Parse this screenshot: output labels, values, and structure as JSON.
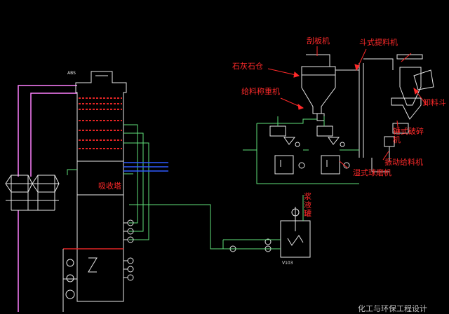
{
  "labels": {
    "absorber": "吸收塔",
    "limestone_bin": "石灰石仓",
    "scraper": "刮板机",
    "bucket_elevator": "斗式提料机",
    "weigh_feeder": "给料称重机",
    "receive_hopper": "卸料斗",
    "hammer_crusher": "锤式破碎机",
    "vibro_feeder": "振动给料机",
    "ball_mill": "湿式球磨机",
    "slurry_tank": "浆液罐",
    "watermark": "化工与环保工程设计"
  },
  "small_text": {
    "top_left": "ABS",
    "tank_tag": "V103"
  },
  "colors": {
    "background": "#000000",
    "label": "#ff2a2a",
    "equipment": "#e8e8e8",
    "flue_gas": "#ff80ff",
    "pipe_green": "#5fe07a",
    "water_blue": "#2f5bff",
    "spray_red": "#e02424"
  }
}
